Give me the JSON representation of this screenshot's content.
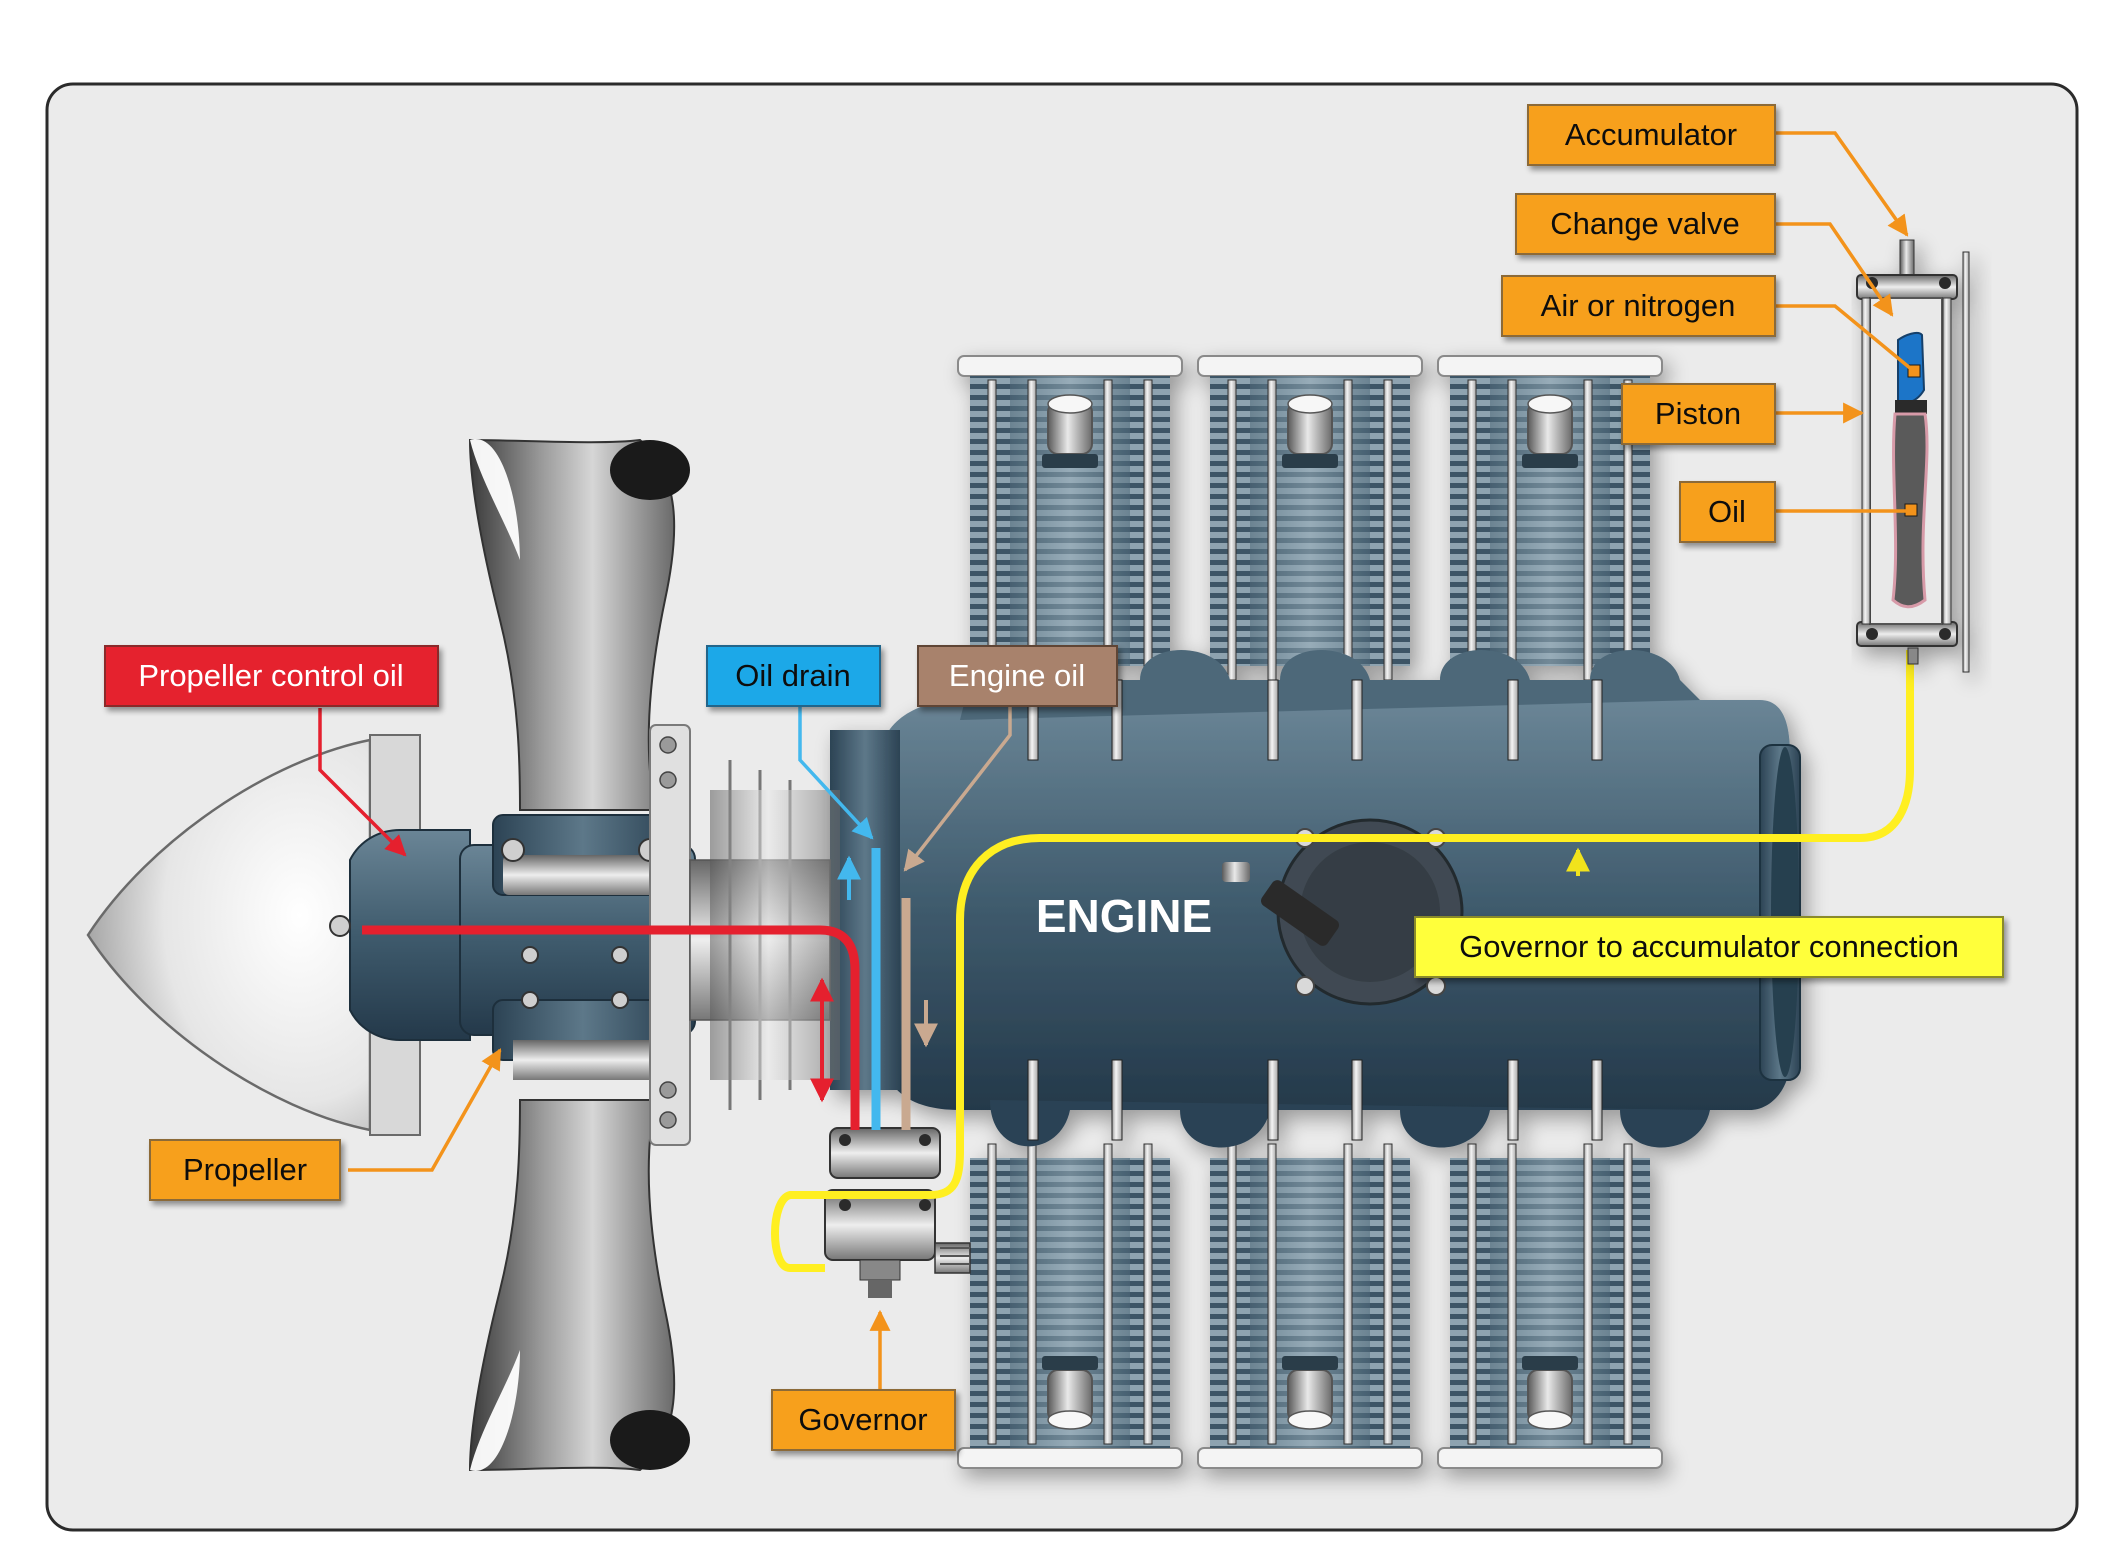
{
  "engine_label": "ENGINE",
  "labels": {
    "accumulator": "Accumulator",
    "change_valve": "Change valve",
    "air_nitrogen": "Air or nitrogen",
    "piston": "Piston",
    "oil": "Oil",
    "propeller_control_oil": "Propeller control oil",
    "oil_drain": "Oil drain",
    "engine_oil": "Engine oil",
    "propeller": "Propeller",
    "governor": "Governor",
    "gov_accum_connection": "Governor to accumulator connection"
  },
  "colors": {
    "panel_bg": "#ebebeb",
    "callout_orange": "#f7a01c",
    "callout_yellow": "#ffff3b",
    "prop_control_red": "#e5202e",
    "oil_drain_blue": "#1aa8e8",
    "engine_oil_tan": "#a8826c",
    "engine_slate": "#3d5a6c",
    "leader_orange": "#f3931b"
  }
}
